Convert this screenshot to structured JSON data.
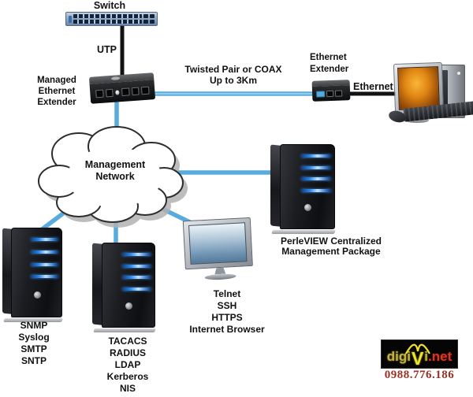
{
  "diagram": {
    "switch": {
      "label": "Switch"
    },
    "utp_link": {
      "label": "UTP"
    },
    "managed_extender": {
      "lines": [
        "Managed",
        "Ethernet",
        "Extender"
      ]
    },
    "twisted_pair_link": {
      "lines": [
        "Twisted Pair or COAX",
        "Up to 3Km"
      ]
    },
    "remote_extender": {
      "lines": [
        "Ethernet",
        "Extender"
      ]
    },
    "ethernet_link": {
      "label": "Ethernet"
    },
    "cloud": {
      "lines": [
        "Management",
        "Network"
      ]
    },
    "perleview_server": {
      "lines": [
        "PerleVIEW Centralized",
        "Management Package"
      ]
    },
    "monitoring_server": {
      "protocols": [
        "SNMP",
        "Syslog",
        "SMTP",
        "SNTP"
      ]
    },
    "auth_server": {
      "protocols": [
        "TACACS",
        "RADIUS",
        "LDAP",
        "Kerberos",
        "NIS"
      ]
    },
    "admin_console": {
      "protocols": [
        "Telnet",
        "SSH",
        "HTTPS",
        "Internet Browser"
      ]
    }
  },
  "edges": [
    {
      "from": "Switch",
      "to": "Managed Ethernet Extender",
      "label": "UTP",
      "style": "black"
    },
    {
      "from": "Managed Ethernet Extender",
      "to": "Ethernet Extender",
      "label": "Twisted Pair or COAX Up to 3Km",
      "style": "blue"
    },
    {
      "from": "Ethernet Extender",
      "to": "Workstation",
      "label": "Ethernet",
      "style": "black"
    },
    {
      "from": "Managed Ethernet Extender",
      "to": "Management Network",
      "style": "blue"
    },
    {
      "from": "Management Network",
      "to": "PerleVIEW Centralized Management Package server",
      "style": "blue"
    },
    {
      "from": "Management Network",
      "to": "SNMP/Syslog/SMTP/SNTP server",
      "style": "blue"
    },
    {
      "from": "Management Network",
      "to": "TACACS/RADIUS/LDAP/Kerberos/NIS server",
      "style": "blue"
    },
    {
      "from": "Management Network",
      "to": "Telnet/SSH/HTTPS admin console",
      "style": "blue"
    }
  ],
  "watermark": {
    "brand": {
      "digi": "digi",
      "v": "V",
      "i": "i",
      "net": ".net"
    },
    "phone": "0988.776.186"
  },
  "colors": {
    "link_blue": "#58abdc",
    "link_black": "#121212",
    "server_stripe_blue": "#2f88e8",
    "switch_chassis": "#93a8c4",
    "logo_yellow": "#f0e428",
    "logo_olive": "#c3b143",
    "logo_red": "#d8381c",
    "phone_red": "#9c2f23"
  }
}
